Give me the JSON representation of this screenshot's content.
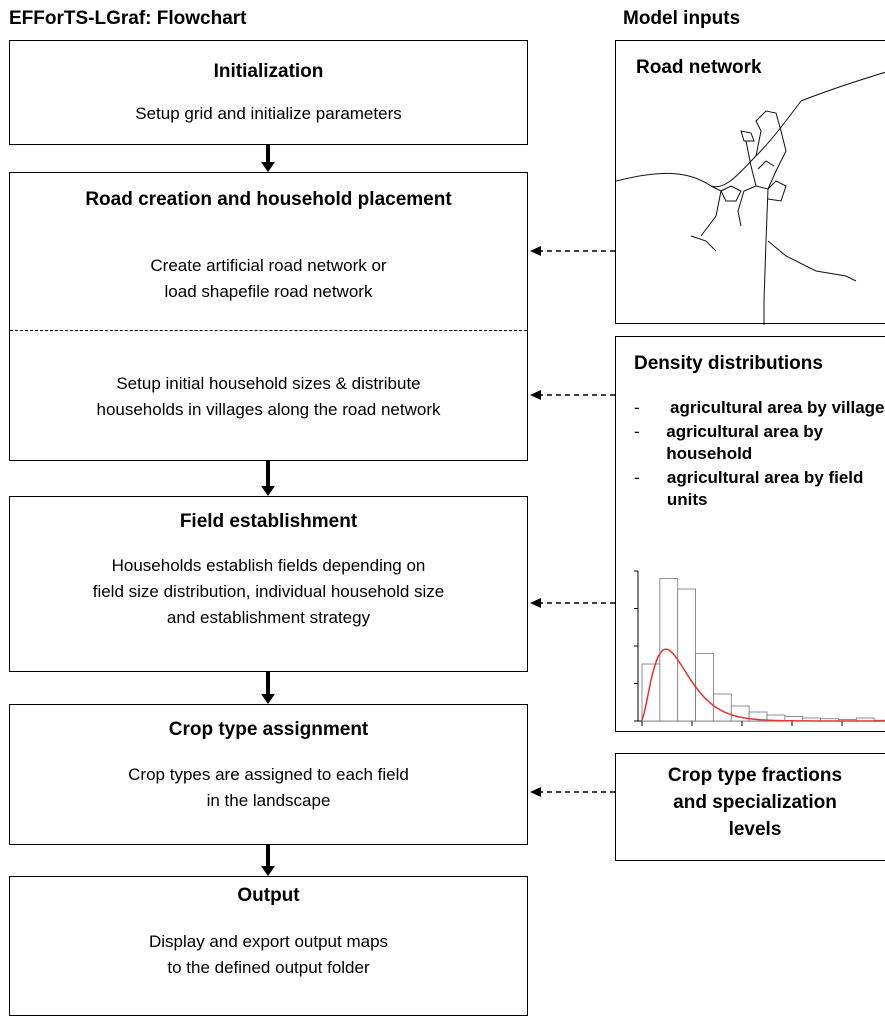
{
  "headers": {
    "flowchart": "EFForTS-LGraf: Flowchart",
    "inputs": "Model inputs"
  },
  "steps": {
    "init": {
      "title": "Initialization",
      "text": "Setup grid and initialize parameters"
    },
    "road": {
      "title": "Road creation and household placement",
      "text1_line1": "Create artificial road network or",
      "text1_line2": "load shapefile road network",
      "text2_line1": "Setup initial household sizes & distribute",
      "text2_line2": "households in villages along the road network"
    },
    "field": {
      "title": "Field establishment",
      "line1": "Households establish fields depending on",
      "line2": "field size distribution, individual household size",
      "line3": "and establishment strategy"
    },
    "crop": {
      "title": "Crop type assignment",
      "line1": "Crop types are assigned to each field",
      "line2": "in the landscape"
    },
    "output": {
      "title": "Output",
      "line1": "Display and export output maps",
      "line2": "to the defined output folder"
    }
  },
  "inputs": {
    "road_network": {
      "title": "Road network"
    },
    "density": {
      "title": "Density distributions",
      "items": [
        {
          "dash": "-",
          "text": "agricultural area by village"
        },
        {
          "dash": "-",
          "text": "agricultural area by household"
        },
        {
          "dash": "-",
          "text": "agricultural area by field units"
        }
      ],
      "histogram": [
        0.38,
        0.95,
        0.88,
        0.45,
        0.18,
        0.1,
        0.06,
        0.04,
        0.03,
        0.02,
        0.015,
        0.01,
        0.02,
        0.005
      ],
      "curve_color": "#e8322f"
    },
    "crop_fractions": {
      "line1": "Crop type fractions",
      "line2": "and specialization",
      "line3": "levels"
    }
  }
}
